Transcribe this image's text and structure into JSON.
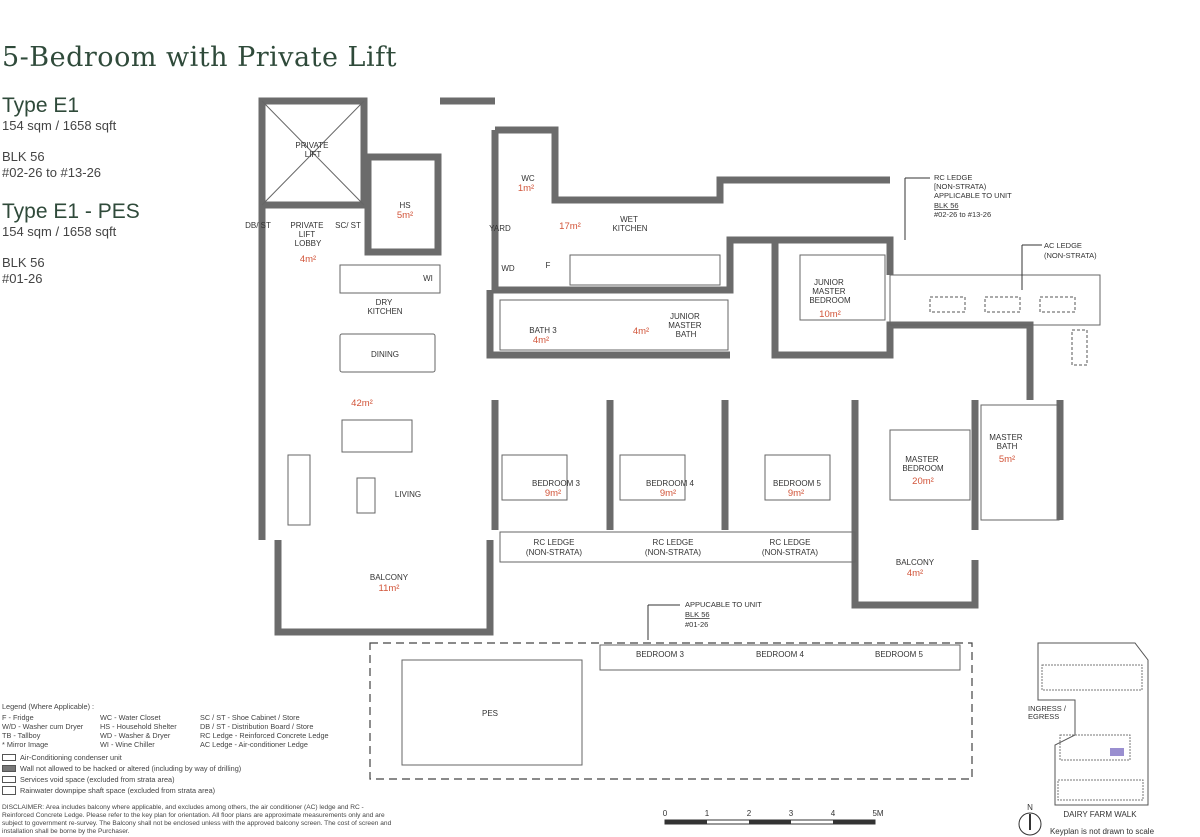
{
  "title": "5-Bedroom with Private Lift",
  "types": [
    {
      "name": "Type E1",
      "size": "154 sqm / 1658 sqft",
      "block": "BLK 56",
      "units": "#02-26 to #13-26"
    },
    {
      "name": "Type E1 - PES",
      "size": "154 sqm / 1658 sqft",
      "block": "BLK 56",
      "units": "#01-26"
    }
  ],
  "rooms": {
    "private_lift": "PRIVATE LIFT",
    "db_st": "DB/ ST",
    "lift_lobby": "PRIVATE LIFT LOBBY",
    "lift_lobby_area": "4m²",
    "sc_st": "SC/ ST",
    "hs": "HS",
    "hs_area": "5m²",
    "wc": "WC",
    "wc_area": "1m²",
    "yard": "YARD",
    "wet_kitchen": "WET KITCHEN",
    "wet_kitchen_area": "17m²",
    "wd": "WD",
    "f": "F",
    "wi": "WI",
    "dry_kitchen": "DRY KITCHEN",
    "dining": "DINING",
    "living_area": "42m²",
    "living": "LIVING",
    "bath3": "BATH 3",
    "bath3_area": "4m²",
    "jm_bath": "JUNIOR MASTER BATH",
    "jm_bath_area": "4m²",
    "jm_bedroom": "JUNIOR MASTER BEDROOM",
    "jm_bedroom_area": "10m²",
    "bedroom3": "BEDROOM 3",
    "bedroom3_area": "9m²",
    "bedroom4": "BEDROOM 4",
    "bedroom4_area": "9m²",
    "bedroom5": "BEDROOM 5",
    "bedroom5_area": "9m²",
    "master_bedroom": "MASTER BEDROOM",
    "master_bedroom_area": "20m²",
    "master_bath": "MASTER BATH",
    "master_bath_area": "5m²",
    "balcony": "BALCONY",
    "balcony_area": "11m²",
    "balcony2": "BALCONY",
    "balcony2_area": "4m²",
    "rc_ledge": "RC LEDGE",
    "non_strata": "(NON-STRATA)",
    "pes": "PES",
    "pes_bedroom3": "BEDROOM 3",
    "pes_bedroom4": "BEDROOM 4",
    "pes_bedroom5": "BEDROOM 5"
  },
  "callouts": {
    "rc_ledge": {
      "l1": "RC LEDGE",
      "l2": "[NON-STRATA)",
      "l3": "APPLICABLE TO UNIT",
      "l4": "BLK 56",
      "l5": "#02-26 to #13-26"
    },
    "ac_ledge": {
      "l1": "AC LEDGE",
      "l2": "(NON-STRATA)"
    },
    "pes": {
      "l1": "APPUCABLE TO UNIT",
      "l2": "BLK 56",
      "l3": "#01-26"
    }
  },
  "legend": {
    "heading": "Legend (Where Applicable) :",
    "items": [
      "F - Fridge",
      "WC - Water Closet",
      "SC / ST - Shoe Cabinet / Store",
      "W/D - Washer cum Dryer",
      "HS - Household Shelter",
      "DB / ST - Distribution Board / Store",
      "TB - Tallboy",
      "WD - Washer & Dryer",
      "RC Ledge - Reinforced Concrete Ledge",
      "* Mirror Image",
      "WI - Wine Chiller",
      "AC Ledge - Air-conditioner Ledge"
    ],
    "symbols": [
      "Air-Conditioning condenser unit",
      "Wall not allowed to be hacked or altered (including by way of drilling)",
      "Services void space (excluded from strata area)",
      "Rainwater downpipe shaft space (excluded from strata area)"
    ]
  },
  "disclaimer": "DISCLAIMER: Area includes balcony where applicable, and excludes among others, the air conditioner (AC) ledge and RC - Reinforced Concrete Ledge. Please refer to the key plan for orientation. All floor plans are approximate measurements only and are subject to government re-survey. The Balcony shall not be enclosed unless with the approved balcony screen. The cost of screen and installation shall be borne by the Purchaser.",
  "scale": {
    "ticks": [
      "0",
      "1",
      "2",
      "3",
      "4",
      "5M"
    ]
  },
  "keyplan": {
    "north": "N",
    "ingress": "INGRESS /",
    "egress": "EGRESS",
    "road": "DAIRY FARM WALK",
    "note": "Keyplan is not drawn to scale",
    "highlight_color": "#9a8fd0"
  },
  "colors": {
    "title": "#2f4a3a",
    "area": "#d2553a",
    "wall": "#6b6b6b"
  }
}
